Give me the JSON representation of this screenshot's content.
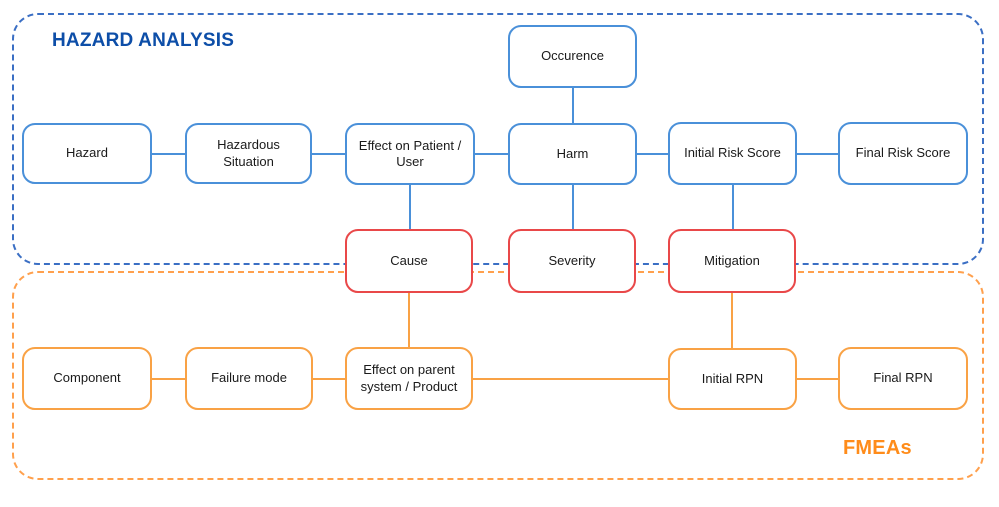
{
  "palette": {
    "blue_border": "#4a90d9",
    "blue_line": "#4a90d9",
    "blue_dashed": "#3b6fc4",
    "blue_title": "#0d4ea8",
    "red_border": "#e94849",
    "orange_border": "#f9a245",
    "orange_line": "#f9a245",
    "orange_dashed": "#ffa04d",
    "orange_title": "#ff8c1a",
    "text": "#1a1a1a",
    "background": "#ffffff"
  },
  "regions": {
    "hazard_analysis": {
      "title": "HAZARD ANALYSIS"
    },
    "fmea": {
      "title": "FMEAs"
    }
  },
  "nodes": [
    {
      "id": "occurrence",
      "label": "Occurence",
      "group": "blue"
    },
    {
      "id": "hazard",
      "label": "Hazard",
      "group": "blue"
    },
    {
      "id": "hazardous-situation",
      "label": "Hazardous Situation",
      "group": "blue"
    },
    {
      "id": "effect-patient",
      "label": "Effect on Patient / User",
      "group": "blue"
    },
    {
      "id": "harm",
      "label": "Harm",
      "group": "blue"
    },
    {
      "id": "initial-risk-score",
      "label": "Initial Risk Score",
      "group": "blue"
    },
    {
      "id": "final-risk-score",
      "label": "Final Risk Score",
      "group": "blue"
    },
    {
      "id": "cause",
      "label": "Cause",
      "group": "red"
    },
    {
      "id": "severity",
      "label": "Severity",
      "group": "red"
    },
    {
      "id": "mitigation",
      "label": "Mitigation",
      "group": "red"
    },
    {
      "id": "component",
      "label": "Component",
      "group": "orange"
    },
    {
      "id": "failure-mode",
      "label": "Failure mode",
      "group": "orange"
    },
    {
      "id": "effect-parent",
      "label": "Effect on parent system / Product",
      "group": "orange"
    },
    {
      "id": "initial-rpn",
      "label": "Initial RPN",
      "group": "orange"
    },
    {
      "id": "final-rpn",
      "label": "Final RPN",
      "group": "orange"
    }
  ],
  "edges": [
    {
      "from": "hazard",
      "to": "hazardous-situation",
      "dir": "h",
      "group": "blue"
    },
    {
      "from": "hazardous-situation",
      "to": "effect-patient",
      "dir": "h",
      "group": "blue"
    },
    {
      "from": "effect-patient",
      "to": "harm",
      "dir": "h",
      "group": "blue"
    },
    {
      "from": "harm",
      "to": "initial-risk-score",
      "dir": "h",
      "group": "blue"
    },
    {
      "from": "initial-risk-score",
      "to": "final-risk-score",
      "dir": "h",
      "group": "blue"
    },
    {
      "from": "occurrence",
      "to": "harm",
      "dir": "v",
      "group": "blue"
    },
    {
      "from": "effect-patient",
      "to": "cause",
      "dir": "v",
      "group": "blue"
    },
    {
      "from": "harm",
      "to": "severity",
      "dir": "v",
      "group": "blue"
    },
    {
      "from": "initial-risk-score",
      "to": "mitigation",
      "dir": "v",
      "group": "blue"
    },
    {
      "from": "cause",
      "to": "effect-parent",
      "dir": "v",
      "group": "orange"
    },
    {
      "from": "mitigation",
      "to": "initial-rpn",
      "dir": "v",
      "group": "orange"
    },
    {
      "from": "component",
      "to": "failure-mode",
      "dir": "h",
      "group": "orange"
    },
    {
      "from": "failure-mode",
      "to": "effect-parent",
      "dir": "h",
      "group": "orange"
    },
    {
      "from": "effect-parent",
      "to": "initial-rpn",
      "dir": "h",
      "group": "orange"
    },
    {
      "from": "initial-rpn",
      "to": "final-rpn",
      "dir": "h",
      "group": "orange"
    }
  ]
}
